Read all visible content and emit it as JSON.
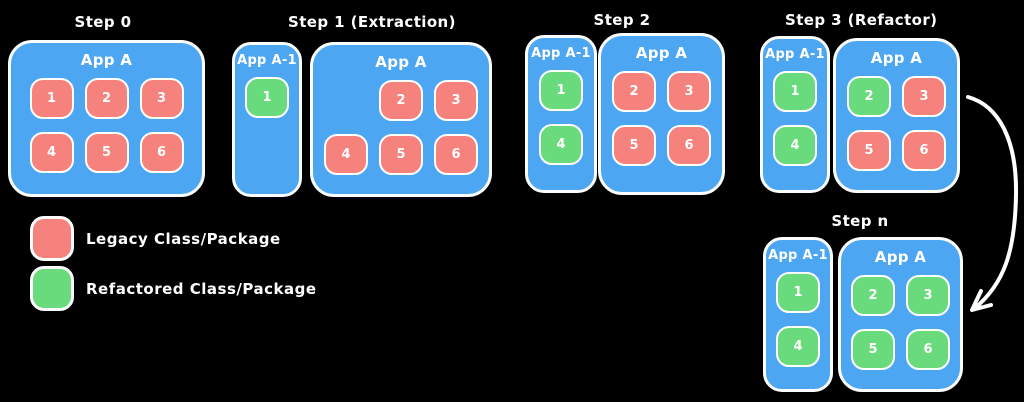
{
  "colors": {
    "background": "#000000",
    "container_blue": "#4da6f2",
    "legacy_red": "#f5827d",
    "refactored_green": "#69db7c",
    "stroke_white": "#ffffff"
  },
  "steps": [
    {
      "title": "Step 0",
      "apps": [
        {
          "label": "App A",
          "boxes": [
            {
              "num": "1",
              "state": "legacy"
            },
            {
              "num": "2",
              "state": "legacy"
            },
            {
              "num": "3",
              "state": "legacy"
            },
            {
              "num": "4",
              "state": "legacy"
            },
            {
              "num": "5",
              "state": "legacy"
            },
            {
              "num": "6",
              "state": "legacy"
            }
          ]
        }
      ]
    },
    {
      "title": "Step 1 (Extraction)",
      "apps": [
        {
          "label": "App A-1",
          "boxes": [
            {
              "num": "1",
              "state": "refactored"
            }
          ]
        },
        {
          "label": "App A",
          "boxes": [
            {
              "num": "2",
              "state": "legacy"
            },
            {
              "num": "3",
              "state": "legacy"
            },
            {
              "num": "4",
              "state": "legacy"
            },
            {
              "num": "5",
              "state": "legacy"
            },
            {
              "num": "6",
              "state": "legacy"
            }
          ]
        }
      ]
    },
    {
      "title": "Step 2",
      "apps": [
        {
          "label": "App A-1",
          "boxes": [
            {
              "num": "1",
              "state": "refactored"
            },
            {
              "num": "4",
              "state": "refactored"
            }
          ]
        },
        {
          "label": "App A",
          "boxes": [
            {
              "num": "2",
              "state": "legacy"
            },
            {
              "num": "3",
              "state": "legacy"
            },
            {
              "num": "5",
              "state": "legacy"
            },
            {
              "num": "6",
              "state": "legacy"
            }
          ]
        }
      ]
    },
    {
      "title": "Step 3 (Refactor)",
      "apps": [
        {
          "label": "App A-1",
          "boxes": [
            {
              "num": "1",
              "state": "refactored"
            },
            {
              "num": "4",
              "state": "refactored"
            }
          ]
        },
        {
          "label": "App A",
          "boxes": [
            {
              "num": "2",
              "state": "refactored"
            },
            {
              "num": "3",
              "state": "legacy"
            },
            {
              "num": "5",
              "state": "legacy"
            },
            {
              "num": "6",
              "state": "legacy"
            }
          ]
        }
      ]
    },
    {
      "title": "Step n",
      "apps": [
        {
          "label": "App A-1",
          "boxes": [
            {
              "num": "1",
              "state": "refactored"
            },
            {
              "num": "4",
              "state": "refactored"
            }
          ]
        },
        {
          "label": "App A",
          "boxes": [
            {
              "num": "2",
              "state": "refactored"
            },
            {
              "num": "3",
              "state": "refactored"
            },
            {
              "num": "5",
              "state": "refactored"
            },
            {
              "num": "6",
              "state": "refactored"
            }
          ]
        }
      ]
    }
  ],
  "legend": {
    "items": [
      {
        "label": "Legacy Class/Package",
        "state": "legacy"
      },
      {
        "label": "Refactored Class/Package",
        "state": "refactored"
      }
    ]
  }
}
